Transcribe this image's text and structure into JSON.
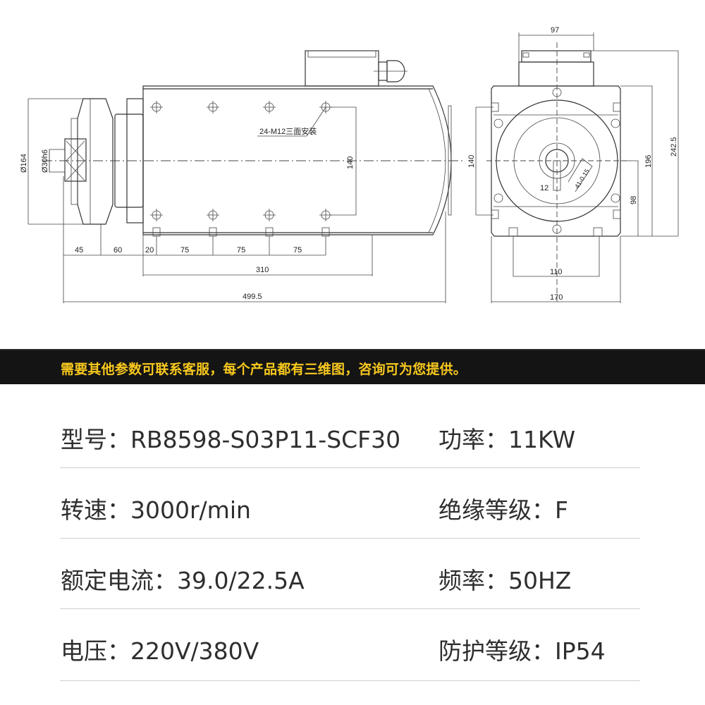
{
  "drawing": {
    "side_view": {
      "dims": {
        "d_pulley": "Ø164",
        "d_shaft": "Ø30h6",
        "seg1": "45",
        "seg2": "60",
        "seg3": "20",
        "seg4": "75",
        "seg5": "75",
        "seg6": "75",
        "body_length": "310",
        "total_length": "499.5",
        "hole_spacing": "140"
      },
      "note": "24-M12三面安装"
    },
    "end_view": {
      "dims": {
        "box_width": "97",
        "total_height": "242.5",
        "body_height": "196",
        "center_height": "98",
        "hole_spacing": "140",
        "foot_spacing": "110",
        "body_width": "170",
        "key_width": "12",
        "shaft_height": "41-0.15"
      }
    }
  },
  "banner": {
    "text": "需要其他参数可联系客服，每个产品都有三维图，咨询可为您提供。",
    "bg_color": "#141414",
    "text_color": "#f7c81e"
  },
  "specs": [
    {
      "left": "型号：RB8598-S03P11-SCF30",
      "right": "功率：11KW"
    },
    {
      "left": "转速：3000r/min",
      "right": "绝缘等级：F"
    },
    {
      "left": "额定电流：39.0/22.5A",
      "right": "频率：50HZ"
    },
    {
      "left": "电压：220V/380V",
      "right": "防护等级：IP54"
    }
  ]
}
